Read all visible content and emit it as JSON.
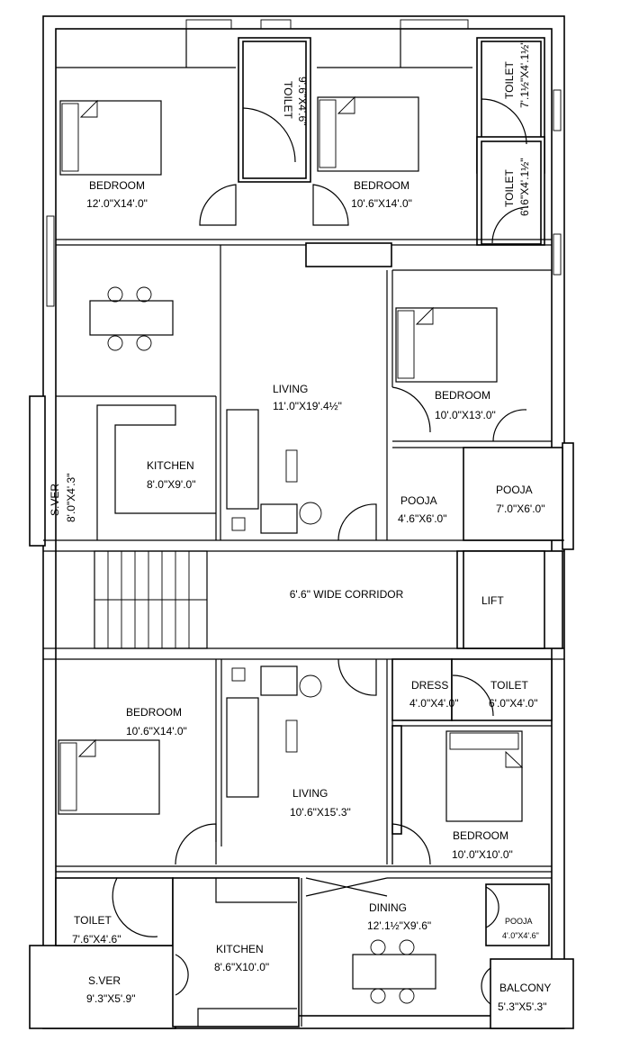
{
  "title": "Floor plan",
  "rooms": {
    "top_bedroom_left": {
      "name": "BEDROOM",
      "size": "12'.0\"X14'.0\""
    },
    "top_toilet_middle": {
      "name": "TOILET",
      "size": "9'.6\"X4'.6\""
    },
    "top_bedroom_right": {
      "name": "BEDROOM",
      "size": "10'.6\"X14'.0\""
    },
    "top_toilet_right_1": {
      "name": "TOILET",
      "size": "7'.1½\"X4'.1½\""
    },
    "top_toilet_right_2": {
      "name": "TOILET",
      "size": "6'.6\"X4'.1½\""
    },
    "upper_living": {
      "name": "LIVING",
      "size": "11'.0\"X19'.4½\""
    },
    "upper_bedroom": {
      "name": "BEDROOM",
      "size": "10'.0\"X13'.0\""
    },
    "upper_kitchen": {
      "name": "KITCHEN",
      "size": "8'.0\"X9'.0\""
    },
    "upper_sver": {
      "name": "S.VER",
      "size": "8'.0\"X4'.3\""
    },
    "upper_pooja_small": {
      "name": "POOJA",
      "size": "4'.6\"X6'.0\""
    },
    "upper_pooja_large": {
      "name": "POOJA",
      "size": "7'.0\"X6'.0\""
    },
    "corridor": {
      "name": "6'.6\" WIDE CORRIDOR"
    },
    "lift": {
      "name": "LIFT"
    },
    "lower_bedroom_left": {
      "name": "BEDROOM",
      "size": "10'.6\"X14'.0\""
    },
    "lower_living": {
      "name": "LIVING",
      "size": "10'.6\"X15'.3\""
    },
    "lower_dress": {
      "name": "DRESS",
      "size": "4'.0\"X4'.0\""
    },
    "lower_toilet_right": {
      "name": "TOILET",
      "size": "6'.0\"X4'.0\""
    },
    "lower_bedroom_right": {
      "name": "BEDROOM",
      "size": "10'.0\"X10'.0\""
    },
    "lower_toilet_left": {
      "name": "TOILET",
      "size": "7'.6\"X4'.6\""
    },
    "lower_kitchen": {
      "name": "KITCHEN",
      "size": "8'.6\"X10'.0\""
    },
    "lower_sver": {
      "name": "S.VER",
      "size": "9'.3\"X5'.9\""
    },
    "dining": {
      "name": "DINING",
      "size": "12'.1½\"X9'.6\""
    },
    "lower_pooja": {
      "name": "POOJA",
      "size": "4'.0\"X4'.6\""
    },
    "balcony": {
      "name": "BALCONY",
      "size": "5'.3\"X5'.3\""
    }
  }
}
